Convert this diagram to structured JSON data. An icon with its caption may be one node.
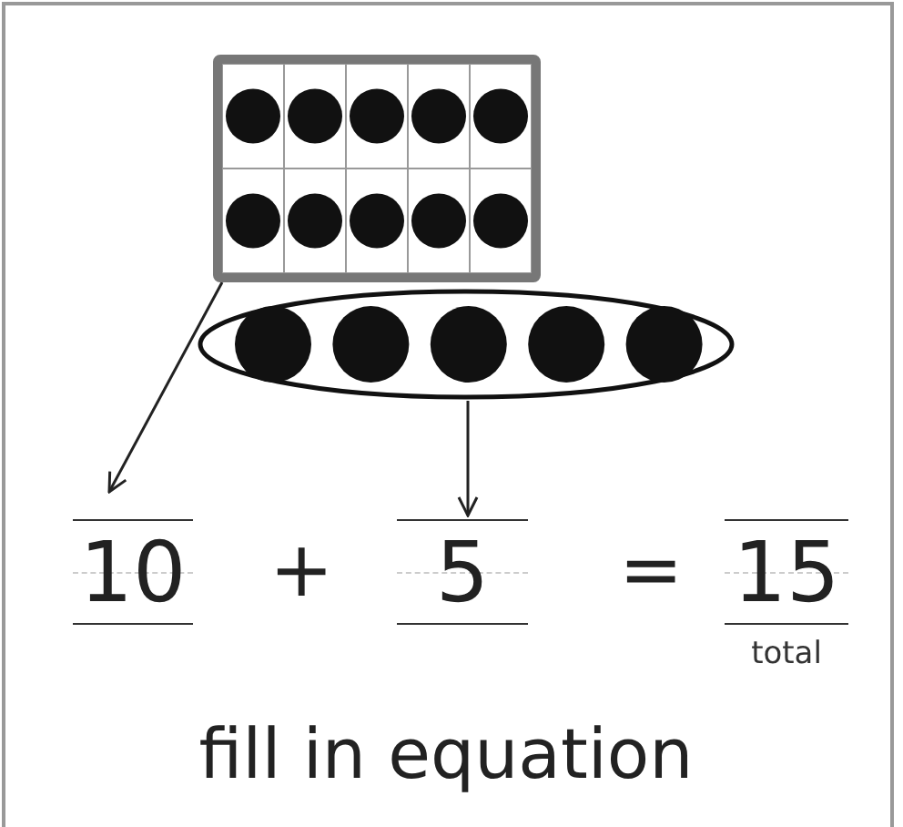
{
  "diagram": {
    "caption": "fill in equation",
    "nodes": [
      {
        "text": [],
        "shape": "box"
      },
      {
        "text": [],
        "shape": "oval"
      },
      {
        "text": [
          "10"
        ]
      },
      {
        "text": [
          "5"
        ]
      },
      {
        "text": [
          "15"
        ],
        "beside": [
          "total"
        ]
      }
    ],
    "edges": [
      {
        "from": 0,
        "to": 2,
        "arrow": "to"
      },
      {
        "from": 1,
        "to": 3,
        "arrow": "to"
      }
    ],
    "labels": [
      "+",
      "="
    ]
  }
}
